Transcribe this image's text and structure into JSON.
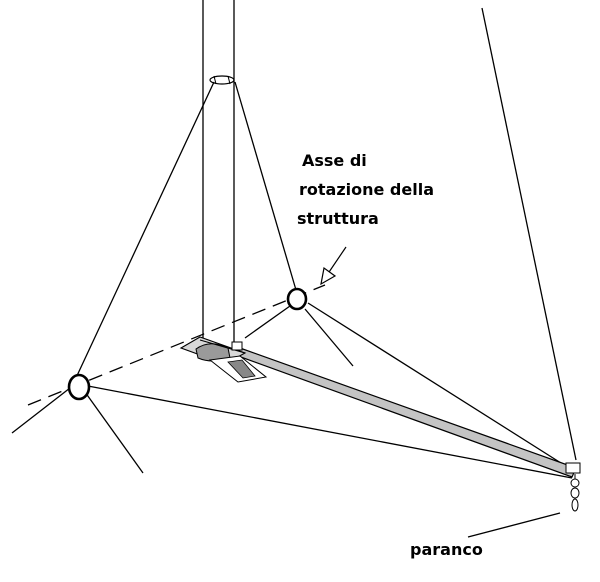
{
  "labels": {
    "axis_line1": "Asse di",
    "axis_line2": "rotazione della",
    "axis_line3": "struttura",
    "tackle": "paranco"
  },
  "colors": {
    "ink": "#000000",
    "boom": "#c4c4c4",
    "gooseneck": "#b5b5b5",
    "background": "#ffffff"
  },
  "icons": {
    "axis_arrow": "arrow-icon",
    "mast_top_ring": "ring-icon"
  }
}
